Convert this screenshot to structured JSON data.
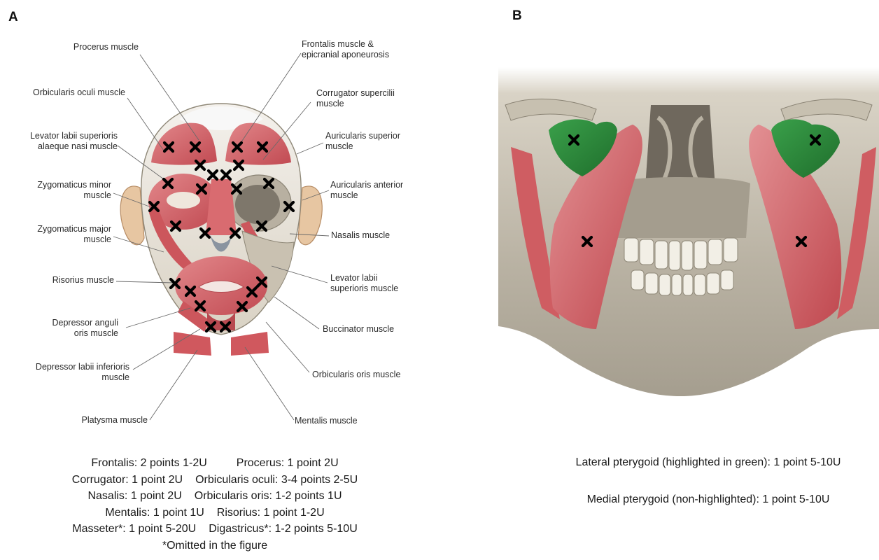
{
  "panels": {
    "a": "A",
    "b": "B"
  },
  "panel_a_labels": {
    "procerus": "Procerus muscle",
    "frontalis": [
      "Frontalis muscle &",
      "epicranial aponeurosis"
    ],
    "orbicularis_oculi": "Orbicularis oculi muscle",
    "corrugator": [
      "Corrugator supercilii",
      "muscle"
    ],
    "levator_alaeque": [
      "Levator labii superioris",
      "alaeque nasi muscle"
    ],
    "auricularis_superior": [
      "Auricularis superior",
      "muscle"
    ],
    "zygomaticus_minor": [
      "Zygomaticus minor",
      "muscle"
    ],
    "auricularis_anterior": [
      "Auricularis anterior",
      "muscle"
    ],
    "zygomaticus_major": [
      "Zygomaticus major",
      "muscle"
    ],
    "nasalis": "Nasalis muscle",
    "risorius": "Risorius muscle",
    "levator_labii": [
      "Levator labii",
      "superioris muscle"
    ],
    "depressor_anguli": [
      "Depressor anguli",
      "oris muscle"
    ],
    "buccinator": "Buccinator muscle",
    "depressor_labii": [
      "Depressor labii inferioris",
      "muscle"
    ],
    "orbicularis_oris": "Orbicularis oris muscle",
    "platysma": "Platysma muscle",
    "mentalis": "Mentalis muscle"
  },
  "panel_a_legend": {
    "line1": [
      "Frontalis: 2 points 1-2U",
      "Procerus: 1 point 2U"
    ],
    "line2": [
      "Corrugator: 1 point 2U",
      "Orbicularis oculi: 3-4 points 2-5U"
    ],
    "line3": [
      "Nasalis: 1 point 2U",
      "Orbicularis oris: 1-2 points 1U"
    ],
    "line4": [
      "Mentalis: 1 point 1U",
      "Risorius: 1 point 1-2U"
    ],
    "line5": [
      "Masseter*: 1 point 5-20U",
      "Digastricus*: 1-2 points 5-10U"
    ],
    "footnote": "*Omitted in the figure"
  },
  "panel_b_legend": {
    "lateral": "Lateral pterygoid (highlighted in green): 1 point 5-10U",
    "medial": "Medial pterygoid (non-highlighted): 1 point 5-10U"
  },
  "colors": {
    "muscle": "#c9545a",
    "muscle_light": "#e08a8c",
    "bone": "#cfc7b6",
    "bone_dark": "#8f8878",
    "lateral_pterygoid": "#2d8a3c",
    "marker": "#000000"
  }
}
